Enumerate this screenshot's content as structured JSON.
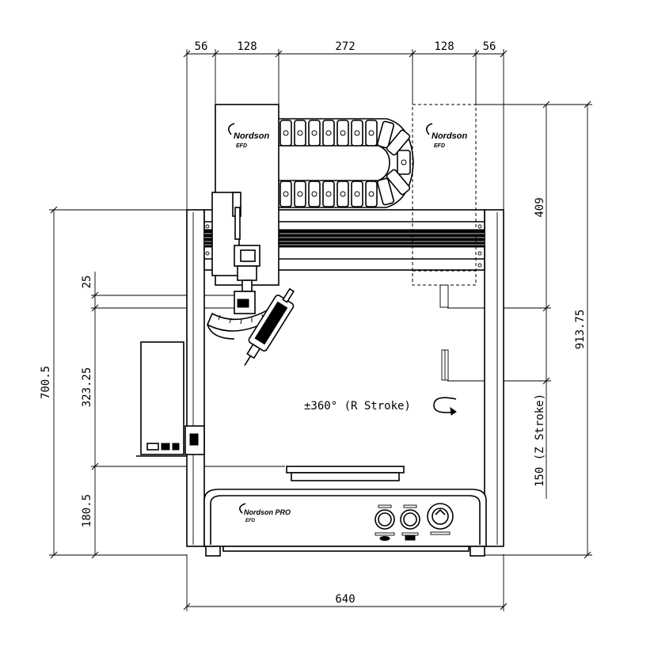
{
  "dimensions": {
    "top": [
      "56",
      "128",
      "272",
      "128",
      "56"
    ],
    "overall_width": "640",
    "left_outer": "700.5",
    "left_25": "25",
    "left_323": "323.25",
    "left_180": "180.5",
    "right_409": "409",
    "right_913": "913.75",
    "z_stroke": "150 (Z Stroke)"
  },
  "rotation_label": "±360° (R Stroke)",
  "branding": {
    "brand": "Nordson",
    "sub": "EFD",
    "model": "Nordson PRO"
  }
}
